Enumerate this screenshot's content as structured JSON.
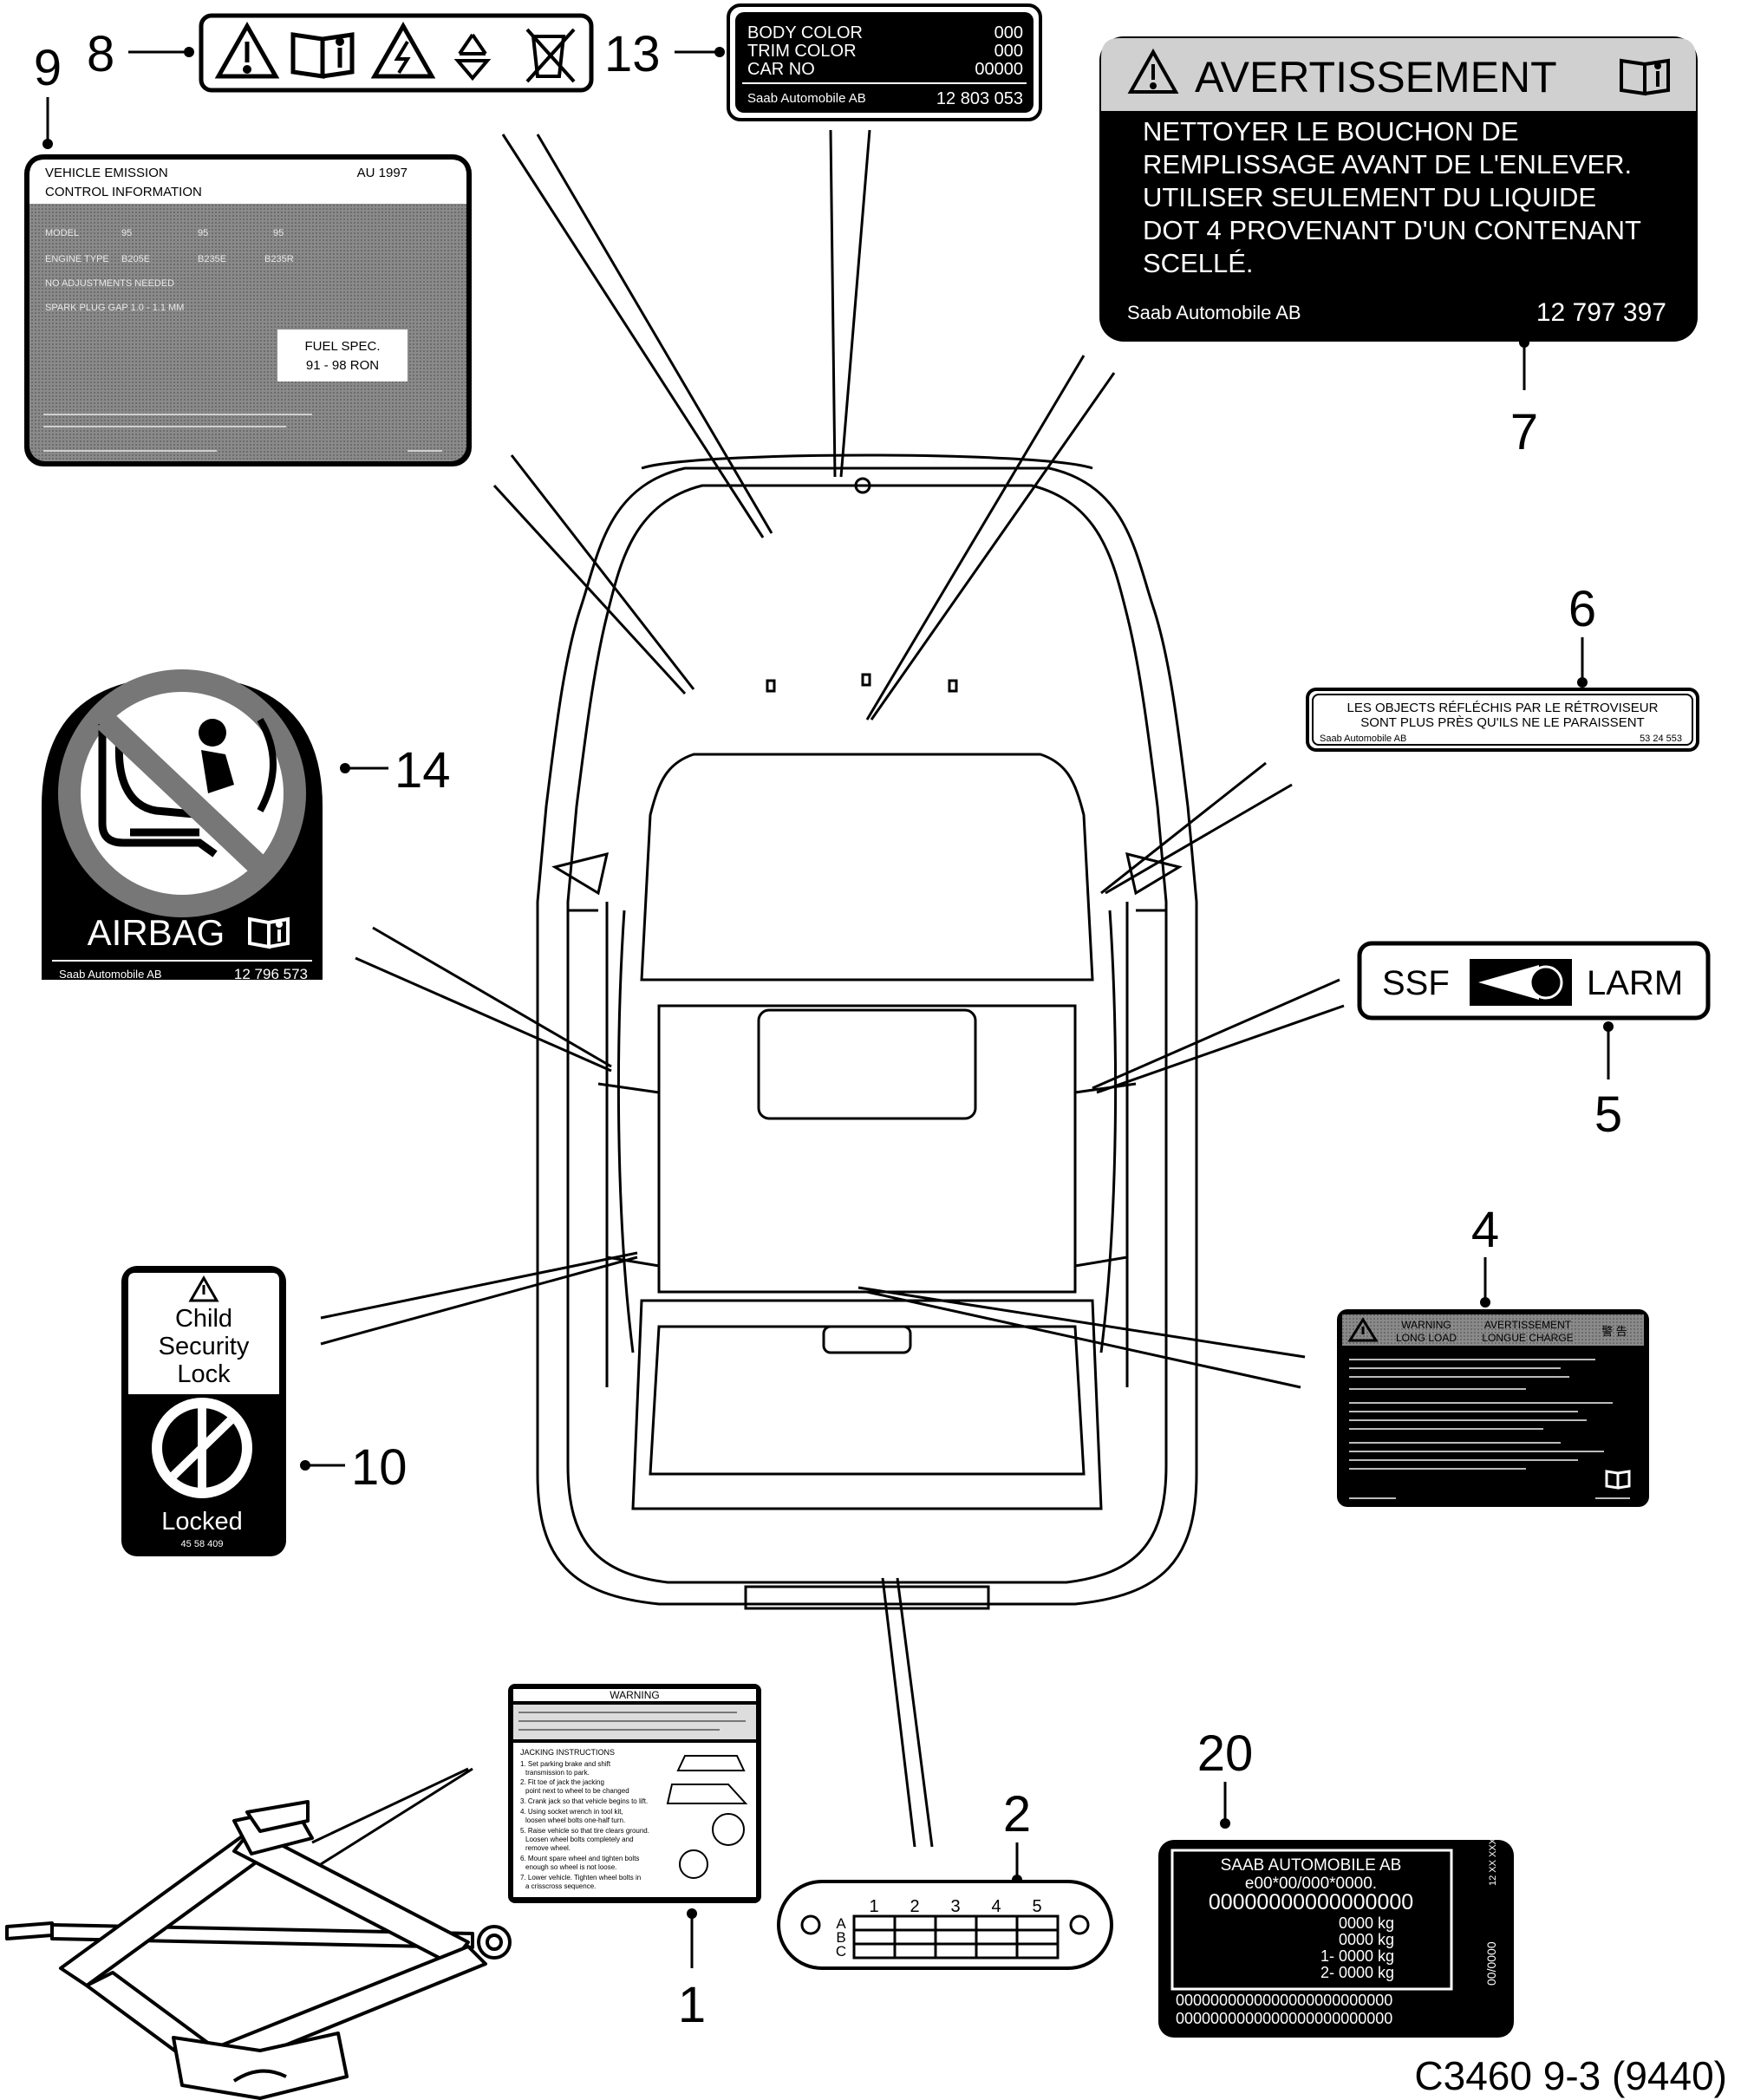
{
  "figure_code": "C3460 9-3 (9440)",
  "callouts": {
    "c1": "1",
    "c2": "2",
    "c4": "4",
    "c5": "5",
    "c6": "6",
    "c7": "7",
    "c8": "8",
    "c9": "9",
    "c10": "10",
    "c13": "13",
    "c14": "14",
    "c20": "20"
  },
  "label_8": {
    "icons": [
      "warning-triangle-icon",
      "manual-book-icon",
      "high-voltage-icon",
      "recycle-icon",
      "crossed-bin-icon"
    ]
  },
  "label_9": {
    "line1": "VEHICLE EMISSION",
    "line2": "CONTROL INFORMATION",
    "year": "AU 1997",
    "model_label": "MODEL",
    "models": [
      "95",
      "95",
      "95"
    ],
    "engine_label": "ENGINE TYPE",
    "engines": [
      "B205E",
      "B235E",
      "B235R"
    ],
    "no_adjust": "NO ADJUSTMENTS NEEDED",
    "spark": "SPARK PLUG GAP 1.0 - 1.1 MM",
    "fuel1": "FUEL SPEC.",
    "fuel2": "91 - 98 RON"
  },
  "label_13": {
    "body_color": "BODY COLOR",
    "body_val": "000",
    "trim_color": "TRIM COLOR",
    "trim_val": "000",
    "car_no": "CAR NO",
    "car_val": "00000",
    "maker": "Saab Automobile AB",
    "part": "12 803 053"
  },
  "label_7": {
    "heading": "AVERTISSEMENT",
    "lines": [
      "NETTOYER LE BOUCHON DE",
      "REMPLISSAGE AVANT DE L'ENLEVER.",
      "UTILISER SEULEMENT DU LIQUIDE",
      "DOT 4 PROVENANT D'UN CONTENANT",
      "SCELLÉ."
    ],
    "maker": "Saab Automobile AB",
    "part": "12 797 397"
  },
  "label_6": {
    "line1": "LES OBJECTS RÉFLÉCHIS PAR LE RÉTROVISEUR",
    "line2": "SONT PLUS PRÈS QU'ILS NE LE PARAISSENT",
    "maker": "Saab Automobile AB",
    "part": "53 24 553"
  },
  "label_5": {
    "left": "SSF",
    "right": "LARM"
  },
  "label_14": {
    "text": "AIRBAG",
    "maker": "Saab Automobile AB",
    "part": "12 796 573"
  },
  "label_4": {
    "h1": "WARNING",
    "h1b": "LONG LOAD",
    "h2": "AVERTISSEMENT",
    "h2b": "LONGUE CHARGE",
    "h3": "警 告"
  },
  "label_10": {
    "l1": "Child",
    "l2": "Security",
    "l3": "Lock",
    "locked": "Locked",
    "part": "45 58 409"
  },
  "label_1": {
    "header": "WARNING",
    "section": "JACKING INSTRUCTIONS",
    "steps": [
      "1. Set parking brake and shift",
      "transmission to park.",
      "2. Fit toe of jack the jacking",
      "point next to wheel to be changed",
      "3. Crank jack so that vehicle begins to lift.",
      "4. Using socket wrench in tool kit,",
      "loosen wheel bolts one-half turn.",
      "5. Raise vehicle so that tire clears ground.",
      "Loosen wheel bolts completely and",
      "remove wheel.",
      "6. Mount spare wheel and tighten bolts",
      "enough so wheel is not loose.",
      "7. Lower vehicle. Tighten wheel bolts in",
      "a crisscross sequence."
    ]
  },
  "label_2": {
    "cols": [
      "1",
      "2",
      "3",
      "4",
      "5"
    ],
    "rows": [
      "A",
      "B",
      "C"
    ]
  },
  "label_20": {
    "l1": "SAAB AUTOMOBILE AB",
    "l2": "e00*00/000*0000.",
    "l3": "00000000000000000",
    "l4": "0000  kg",
    "l5": "0000  kg",
    "l6": "1-  0000  kg",
    "l7": "2-  0000  kg",
    "l8": "0000000000000000000000000",
    "l9": "0000000000000000000000000",
    "side1": "00/0000",
    "side2": "12 XX XXX"
  }
}
